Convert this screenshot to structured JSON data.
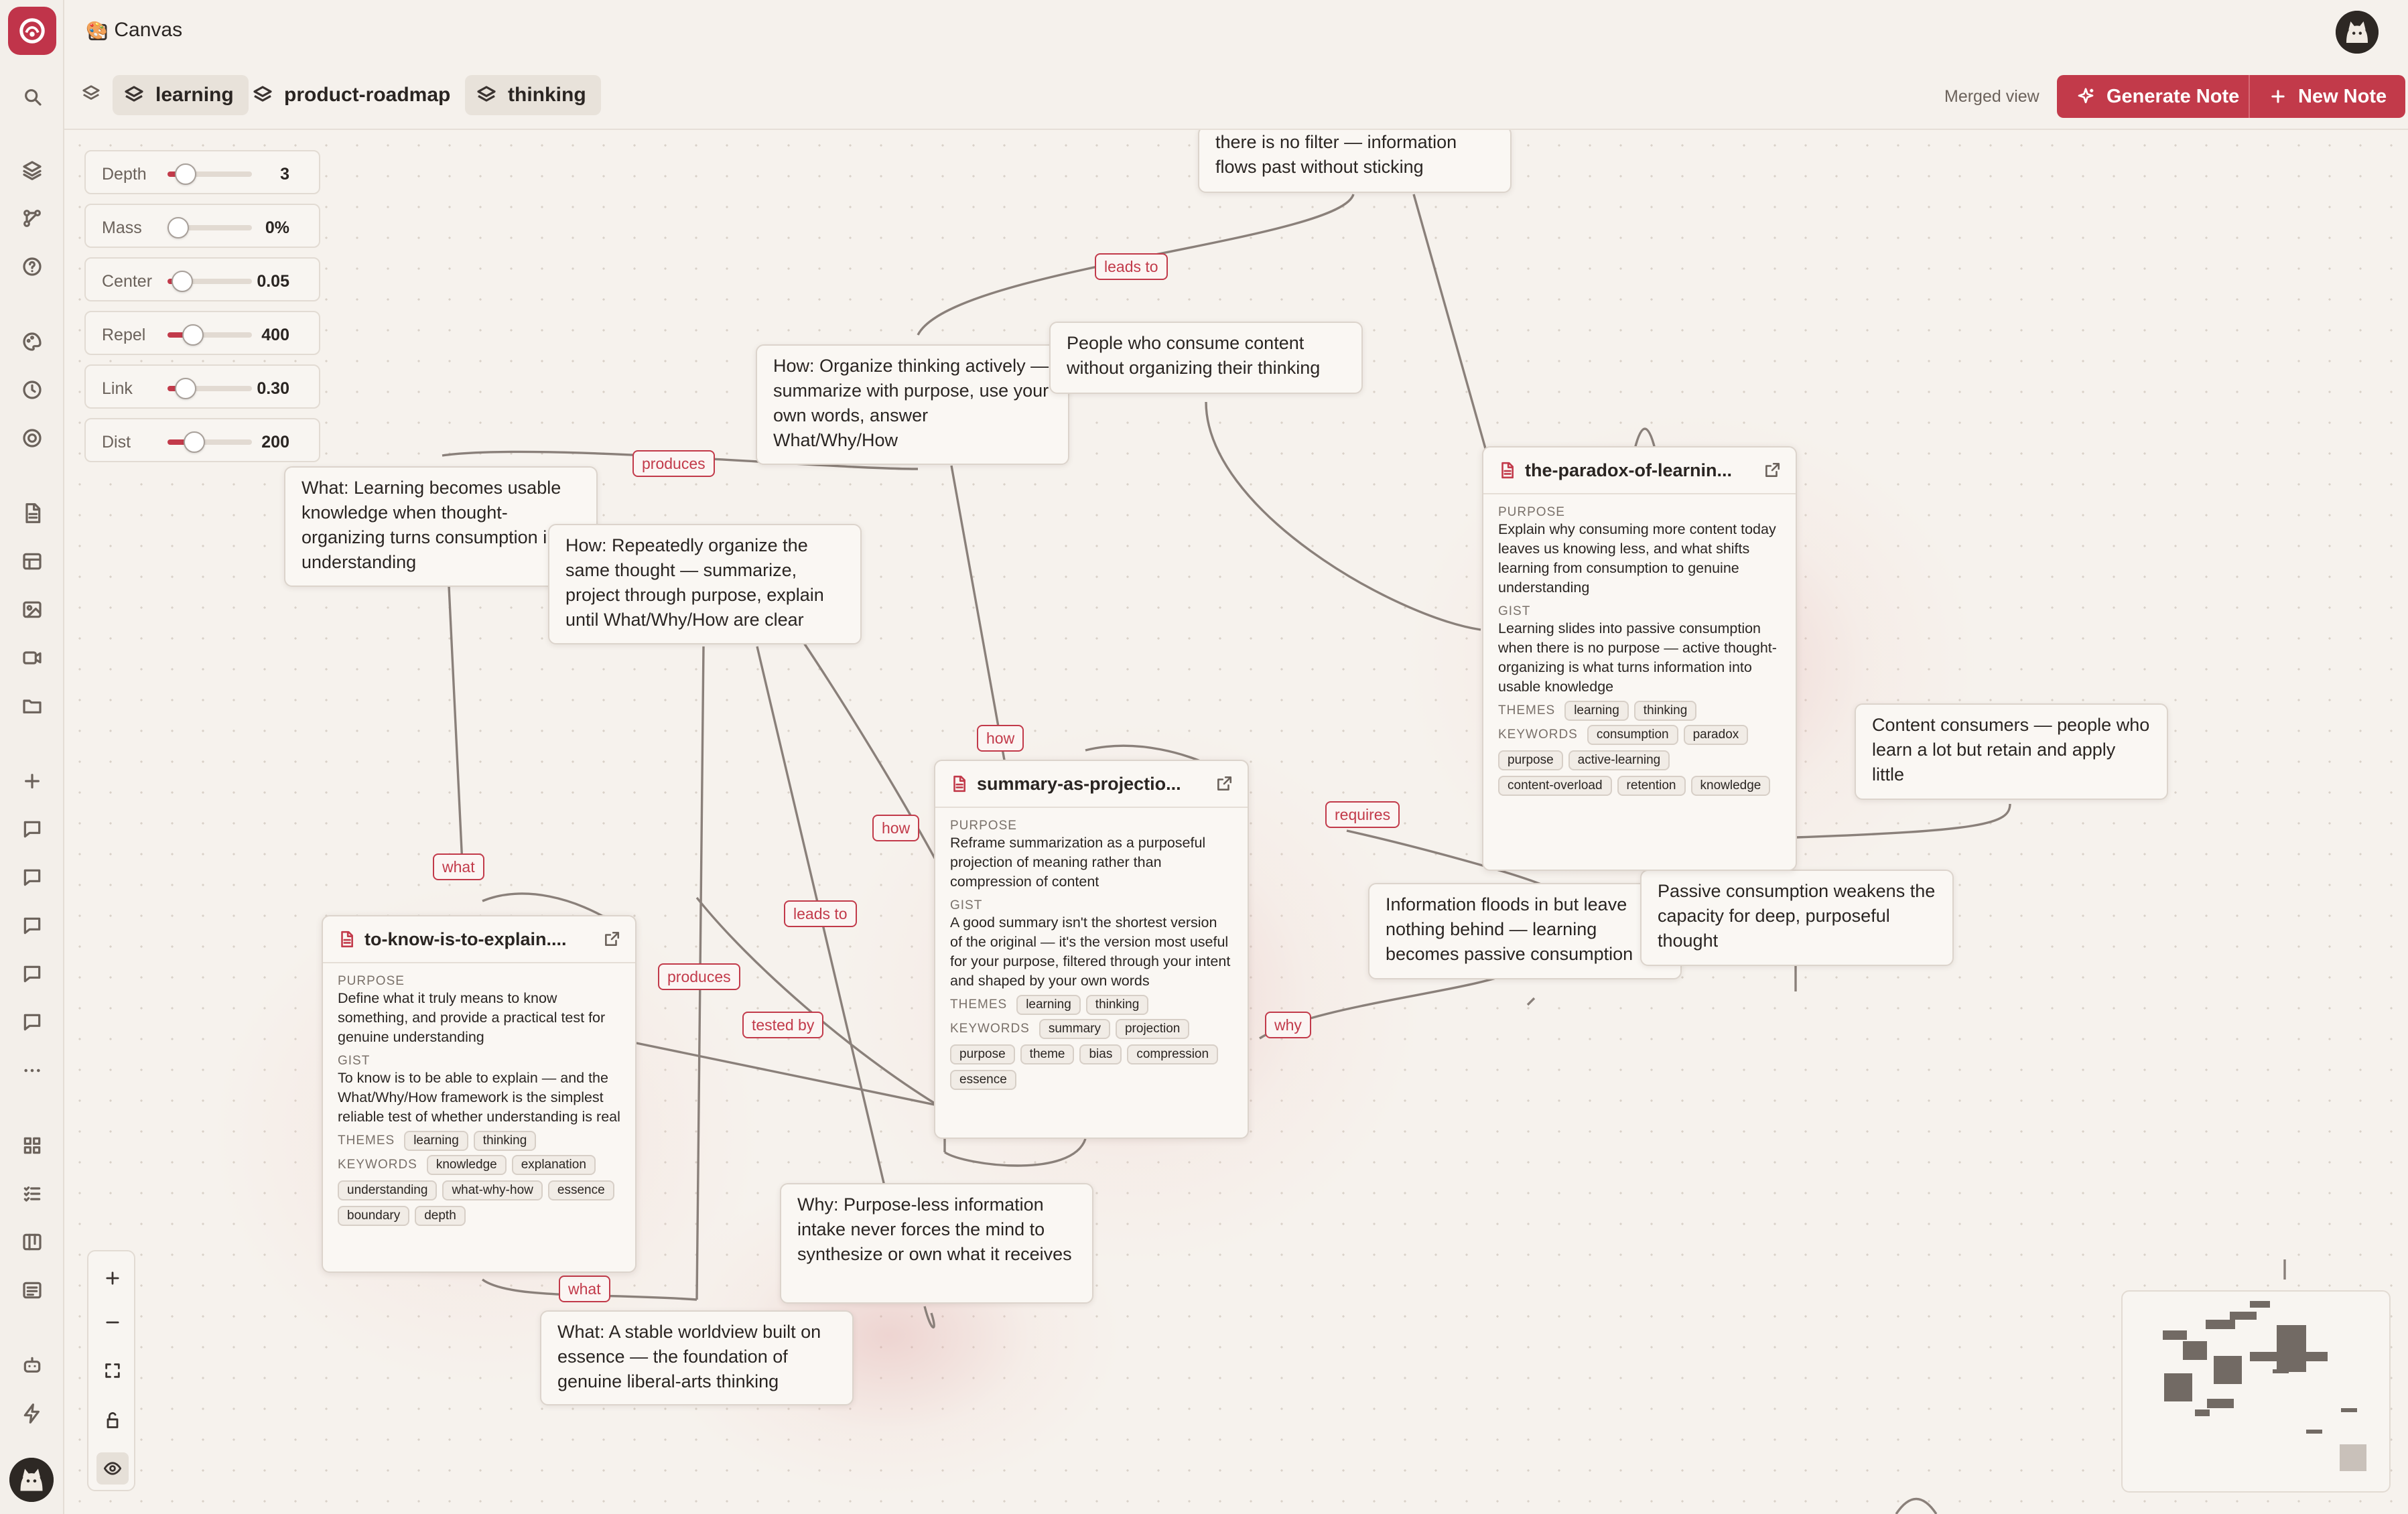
{
  "app": {
    "title": "Canvas",
    "title_icon": "palette-icon",
    "accent": "#c23a4a"
  },
  "tabs": [
    {
      "label": "learning",
      "icon": "layers-icon",
      "active": true
    },
    {
      "label": "product-roadmap",
      "icon": "layers-icon",
      "active": false
    },
    {
      "label": "thinking",
      "icon": "layers-icon",
      "active": true
    }
  ],
  "toolbar": {
    "merged_view": "Merged view",
    "generate_note": "Generate Note",
    "new_note": "New Note"
  },
  "physics": [
    {
      "label": "Depth",
      "value": "3",
      "level": 0.1
    },
    {
      "label": "Mass",
      "value": "0%",
      "level": 0.0
    },
    {
      "label": "Center",
      "value": "0.05",
      "level": 0.05
    },
    {
      "label": "Repel",
      "value": "400",
      "level": 0.2
    },
    {
      "label": "Link",
      "value": "0.30",
      "level": 0.1
    },
    {
      "label": "Dist",
      "value": "200",
      "level": 0.22
    }
  ],
  "edge_labels": {
    "leads_to_top": "leads to",
    "produces_1": "produces",
    "how_1": "how",
    "how_2": "how",
    "leads_to_2": "leads to",
    "what_1": "what",
    "produces_2": "produces",
    "tested_by": "tested by",
    "requires": "requires",
    "why": "why",
    "what_2": "what"
  },
  "nodes": {
    "top_partial": "there is no filter — information flows past without sticking",
    "how_organize": "How: Organize thinking actively — summarize with purpose, use your own words, answer What/Why/How",
    "people_consume": "People who consume content without organizing their thinking",
    "what_learning": "What: Learning becomes usable knowledge when thought-organizing turns consumption into understanding",
    "how_repeatedly": "How: Repeatedly organize the same thought — summarize, project through purpose, explain until What/Why/How are clear",
    "content_consumers": "Content consumers — people who learn a lot but retain and apply little",
    "info_floods": "Information floods in but leave nothing behind — learning becomes passive consumption",
    "passive_weakens": "Passive consumption weakens the capacity for deep, purposeful thought",
    "why_purposeless": "Why: Purpose-less information intake never forces the mind to synthesize or own what it receives",
    "what_worldview": "What: A stable worldview built on essence — the foundation of genuine liberal-arts thinking"
  },
  "cards": {
    "paradox": {
      "name": "the-paradox-of-learnin...",
      "purpose_label": "PURPOSE",
      "purpose": "Explain why consuming more content today leaves us knowing less, and what shifts learning from consumption to genuine understanding",
      "gist_label": "GIST",
      "gist": "Learning slides into passive consumption when there is no purpose — active thought-organizing is what turns information into usable knowledge",
      "themes_label": "THEMES",
      "themes": [
        "learning",
        "thinking"
      ],
      "keywords_label": "KEYWORDS",
      "keywords": [
        "consumption",
        "paradox",
        "purpose",
        "active-learning",
        "content-overload",
        "retention",
        "knowledge"
      ]
    },
    "summary": {
      "name": "summary-as-projectio...",
      "purpose_label": "PURPOSE",
      "purpose": "Reframe summarization as a purposeful projection of meaning rather than compression of content",
      "gist_label": "GIST",
      "gist": "A good summary isn't the shortest version of the original — it's the version most useful for your purpose, filtered through your intent and shaped by your own words",
      "themes_label": "THEMES",
      "themes": [
        "learning",
        "thinking"
      ],
      "keywords_label": "KEYWORDS",
      "keywords": [
        "summary",
        "projection",
        "purpose",
        "theme",
        "bias",
        "compression",
        "essence"
      ]
    },
    "toknow": {
      "name": "to-know-is-to-explain....",
      "purpose_label": "PURPOSE",
      "purpose": "Define what it truly means to know something, and provide a practical test for genuine understanding",
      "gist_label": "GIST",
      "gist": "To know is to be able to explain — and the What/Why/How framework is the simplest reliable test of whether understanding is real",
      "themes_label": "THEMES",
      "themes": [
        "learning",
        "thinking"
      ],
      "keywords_label": "KEYWORDS",
      "keywords": [
        "knowledge",
        "explanation",
        "understanding",
        "what-why-how",
        "essence",
        "boundary",
        "depth"
      ]
    }
  }
}
